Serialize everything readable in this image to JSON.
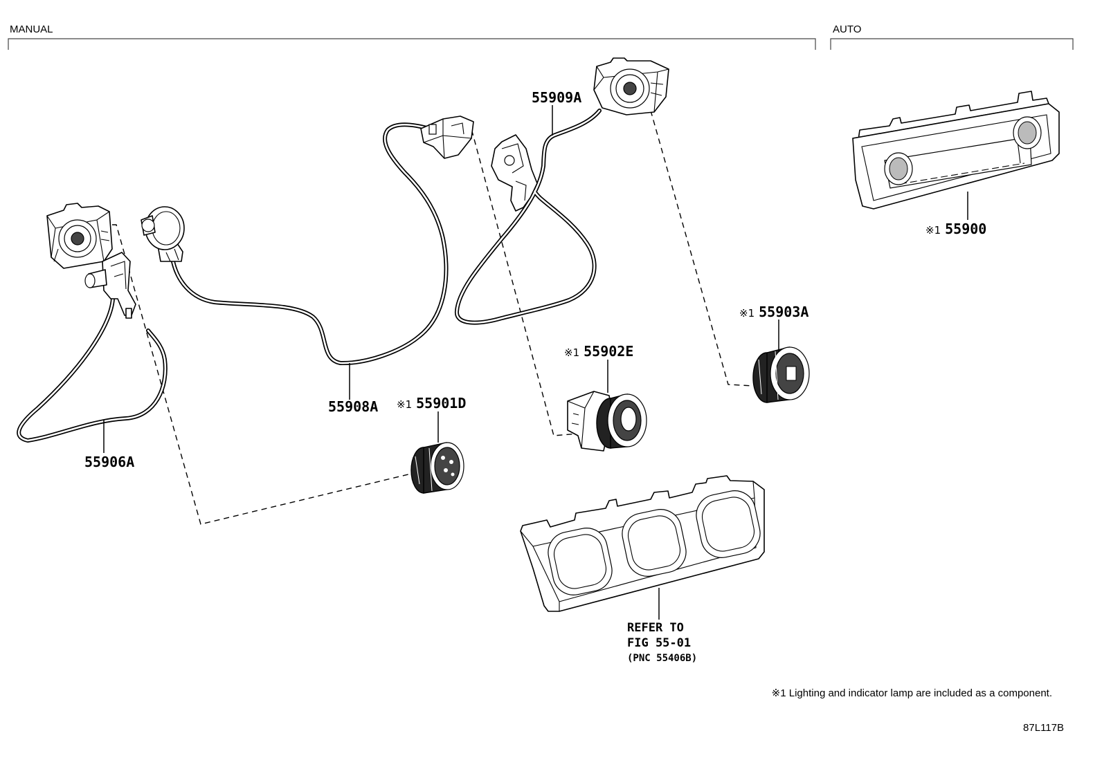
{
  "sections": {
    "manual": "MANUAL",
    "auto": "AUTO"
  },
  "parts": {
    "p55909A": {
      "code": "55909A"
    },
    "p55900": {
      "mark": "※1",
      "code": "55900"
    },
    "p55903A": {
      "mark": "※1",
      "code": "55903A"
    },
    "p55902E": {
      "mark": "※1",
      "code": "55902E"
    },
    "p55901D": {
      "mark": "※1",
      "code": "55901D"
    },
    "p55908A": {
      "code": "55908A"
    },
    "p55906A": {
      "code": "55906A"
    }
  },
  "reference": {
    "line1": "REFER TO",
    "line2": "FIG 55-01",
    "line3": "(PNC 55406B)"
  },
  "footnote": "※1 Lighting and indicator lamp are included as a component.",
  "figure_id": "87L117B"
}
